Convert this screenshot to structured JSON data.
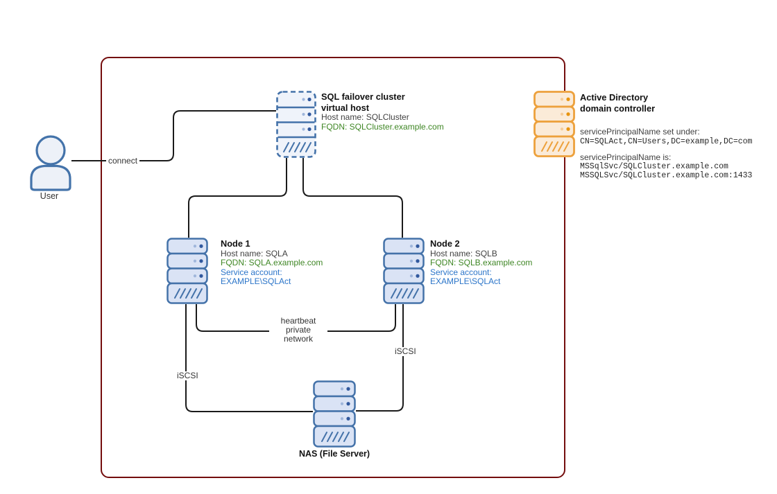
{
  "diagram": {
    "user": {
      "label": "User"
    },
    "connect_label": "connect",
    "virtual_host": {
      "title_line1": "SQL failover cluster",
      "title_line2": "virtual host",
      "host_name": "Host name: SQLCluster",
      "fqdn": "FQDN: SQLCluster.example.com"
    },
    "node1": {
      "title": "Node 1",
      "host_name": "Host name: SQLA",
      "fqdn": "FQDN: SQLA.example.com",
      "service_account_line1": "Service account:",
      "service_account_line2": "EXAMPLE\\SQLAct"
    },
    "node2": {
      "title": "Node 2",
      "host_name": "Host name: SQLB",
      "fqdn": "FQDN: SQLB.example.com",
      "service_account_line1": "Service account:",
      "service_account_line2": "EXAMPLE\\SQLAct"
    },
    "nas": {
      "label": "NAS (File Server)"
    },
    "active_directory": {
      "title_line1": "Active Directory",
      "title_line2": "domain controller",
      "spn_set_under_label": "servicePrincipalName set under:",
      "spn_set_under_value": "CN=SQLAct,CN=Users,DC=example,DC=com",
      "spn_is_label": "servicePrincipalName is:",
      "spn_value1": "MSSqlSvc/SQLCluster.example.com",
      "spn_value2": "MSSQLSvc/SQLCluster.example.com:1433"
    },
    "wire_labels": {
      "heartbeat_line1": "heartbeat",
      "heartbeat_line2": "private",
      "heartbeat_line3": "network",
      "iscsi_left": "iSCSI",
      "iscsi_right": "iSCSI"
    },
    "colors": {
      "server_blue_border": "#4472A9",
      "server_blue_fill": "#DAE3F5",
      "server_orange_border": "#EDA13C",
      "server_orange_fill": "#FBEBD8",
      "boundary_red": "#730C0C",
      "text_green": "#3E8624",
      "text_blue": "#2B75C9",
      "wire_black": "#1A1A1A"
    }
  }
}
